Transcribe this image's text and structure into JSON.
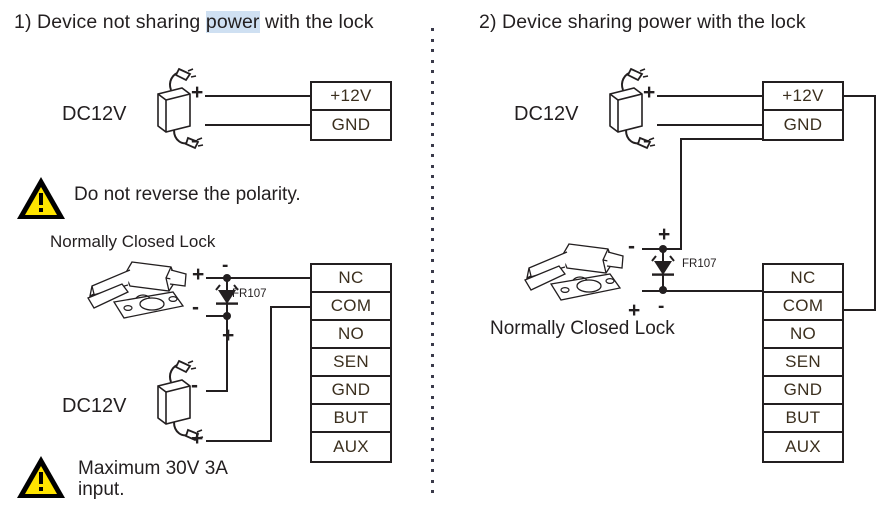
{
  "panels": [
    {
      "id": "panel-1",
      "title_prefix": "1) Device not sharing ",
      "title_mid": "power",
      "title_suffix": " with the lock",
      "title_full": "1) Device not sharing power with the lock",
      "power_supply_label": "DC12V",
      "power_supply_label_2": "DC12V",
      "top_terminal": [
        "+12V",
        "GND"
      ],
      "main_terminal": [
        "NC",
        "COM",
        "NO",
        "SEN",
        "GND",
        "BUT",
        "AUX"
      ],
      "lock_label": "Normally Closed Lock",
      "diode_label": "FR107",
      "warnings": [
        {
          "text": "Do not reverse the polarity."
        },
        {
          "text": "Maximum 30V 3A input."
        }
      ],
      "signs": {
        "supply_top_plus": "+",
        "supply_top_minus": "-",
        "lock_plus": "+",
        "lock_minus": "-",
        "diode_minus": "-",
        "diode_plus": "+",
        "supply2_minus": "-",
        "supply2_plus": "+"
      }
    },
    {
      "id": "panel-2",
      "title_full": "2) Device sharing power with the lock",
      "power_supply_label": "DC12V",
      "top_terminal": [
        "+12V",
        "GND"
      ],
      "main_terminal": [
        "NC",
        "COM",
        "NO",
        "SEN",
        "GND",
        "BUT",
        "AUX"
      ],
      "lock_label": "Normally Closed Lock",
      "diode_label": "FR107",
      "signs": {
        "supply_top_plus": "+",
        "supply_top_minus": "-",
        "lock_minus": "-",
        "lock_plus": "+",
        "diode_plus": "+",
        "diode_minus": "-"
      }
    }
  ],
  "colors": {
    "ink": "#231f20",
    "terminal_text": "#3b2f1e",
    "warning_yellow": "#ffe400",
    "warning_black": "#000000",
    "divider": "#3a3a4a",
    "selection_highlight": "#cfe0f2"
  },
  "icons": {
    "warning": "warning-triangle-icon",
    "power_adapter": "power-adapter-icon",
    "lock": "electric-strike-lock-icon",
    "diode": "diode-icon"
  }
}
